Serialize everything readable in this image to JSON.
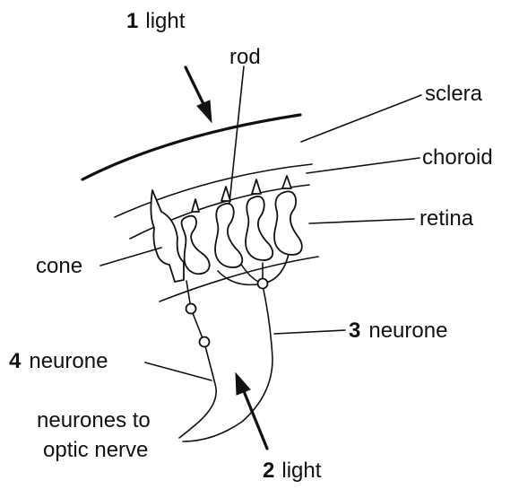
{
  "labels": {
    "light_top_num": "1",
    "light_top_word": "light",
    "rod": "rod",
    "sclera": "sclera",
    "choroid": "choroid",
    "retina": "retina",
    "cone": "cone",
    "neurone3_num": "3",
    "neurone3_word": "neurone",
    "neurone4_num": "4",
    "neurone4_word": "neurone",
    "optic_line1": "neurones to",
    "optic_line2": "optic nerve",
    "light_bottom_num": "2",
    "light_bottom_word": "light"
  },
  "colors": {
    "ink": "#111111",
    "background": "#ffffff"
  }
}
